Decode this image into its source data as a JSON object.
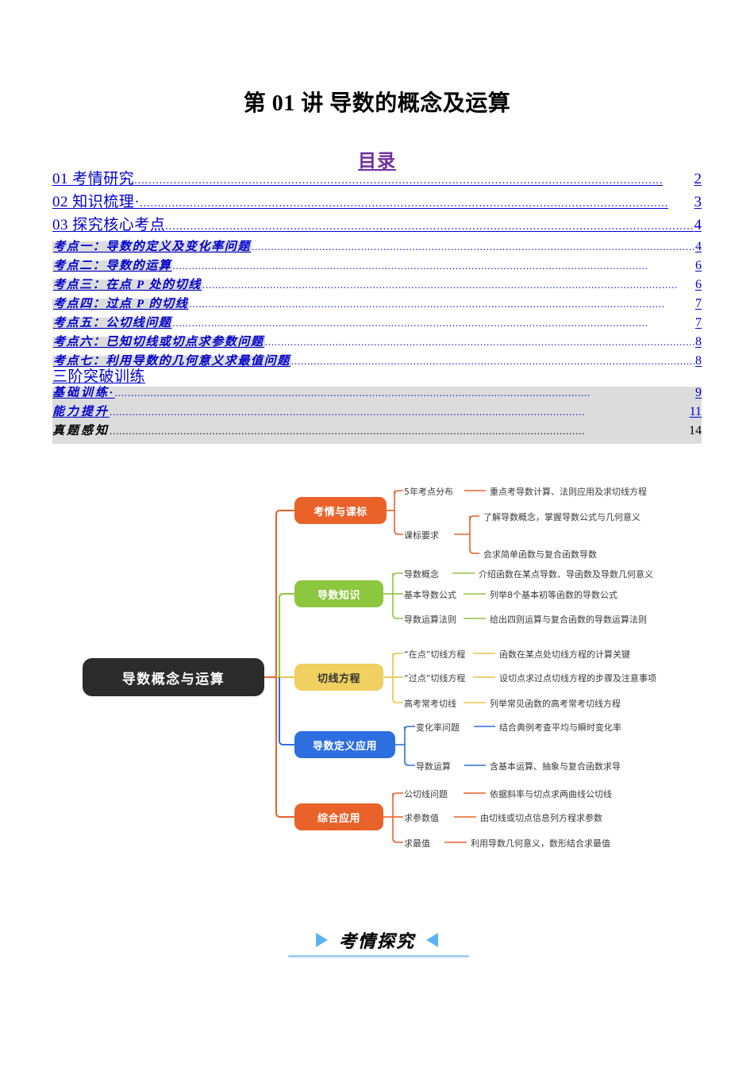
{
  "document": {
    "title": "第 01 讲  导数的概念及运算",
    "toc_heading": "目录"
  },
  "toc": {
    "rows": [
      {
        "level": 1,
        "label": "01 考情研究",
        "page": "2"
      },
      {
        "level": 1,
        "label": "02 知识梳理·",
        "page": "3"
      },
      {
        "level": 1,
        "label": "03 探究核心考点",
        "page": "4"
      },
      {
        "level": 2,
        "label": "考点一：导数的定义及变化率问题",
        "page": "4"
      },
      {
        "level": 2,
        "label": "考点二：导数的运算",
        "page": "6"
      },
      {
        "level": 2,
        "label": "考点三：在点 P 处的切线",
        "page": "6"
      },
      {
        "level": 2,
        "label": "考点四：过点 P 的切线",
        "page": "7"
      },
      {
        "level": 2,
        "label": "考点五：公切线问题",
        "page": "7"
      },
      {
        "level": 2,
        "label": "考点六：已知切线或切点求参数问题",
        "page": "8"
      },
      {
        "level": 2,
        "label": "考点七：利用导数的几何意义求最值问题",
        "page": "8"
      }
    ],
    "section_heading": "三阶突破训练",
    "sub_rows": [
      {
        "level": 3,
        "label": "基础训练·",
        "page": "9",
        "style": "link"
      },
      {
        "level": 3,
        "label": "能力提升",
        "page": "11",
        "style": "link"
      },
      {
        "level": 3,
        "label": "真题感知",
        "page": "14",
        "style": "plain"
      }
    ],
    "leader_dots": "...................................................................................................................................................."
  },
  "mindmap": {
    "root": {
      "label": "导数概念与运算",
      "color": "#2B2B2B"
    },
    "branches": [
      {
        "label": "考情与课标",
        "color": "#E8622A",
        "leaves": [
          {
            "label": "5年考点分布",
            "desc": "重点考导数计算、法则应用及求切线方程"
          },
          {
            "label": "课标要求",
            "desc2": [
              "了解导数概念，掌握导数公式与几何意义",
              "会求简单函数与复合函数导数"
            ]
          }
        ]
      },
      {
        "label": "导数知识",
        "color": "#8DC63F",
        "leaves": [
          {
            "label": "导数概念",
            "desc": "介绍函数在某点导数、导函数及导数几何意义"
          },
          {
            "label": "基本导数公式",
            "desc": "列举8个基本初等函数的导数公式"
          },
          {
            "label": "导数运算法则",
            "desc": "给出四则运算与复合函数的导数运算法则"
          }
        ]
      },
      {
        "label": "切线方程",
        "color": "#F0D060",
        "leaves": [
          {
            "label": "“在点”切线方程",
            "desc": "函数在某点处切线方程的计算关键"
          },
          {
            "label": "“过点”切线方程",
            "desc": "设切点求过点切线方程的步骤及注意事项"
          },
          {
            "label": "高考常考切线",
            "desc": "列举常见函数的高考常考切线方程"
          }
        ]
      },
      {
        "label": "导数定义应用",
        "color": "#2E6FE0",
        "leaves": [
          {
            "label": "变化率问题",
            "desc": "结合典例考查平均与瞬时变化率"
          },
          {
            "label": "导数运算",
            "desc": "含基本运算、抽象与复合函数求导"
          }
        ]
      },
      {
        "label": "综合应用",
        "color": "#E8622A",
        "leaves": [
          {
            "label": "公切线问题",
            "desc": "依据斜率与切点求两曲线公切线"
          },
          {
            "label": "求参数值",
            "desc": "由切线或切点信息列方程求参数"
          },
          {
            "label": "求最值",
            "desc": "利用导数几何意义，数形结合求最值"
          }
        ]
      }
    ]
  },
  "banner": {
    "text": "考情探究",
    "accent": "#5BB4F0"
  }
}
